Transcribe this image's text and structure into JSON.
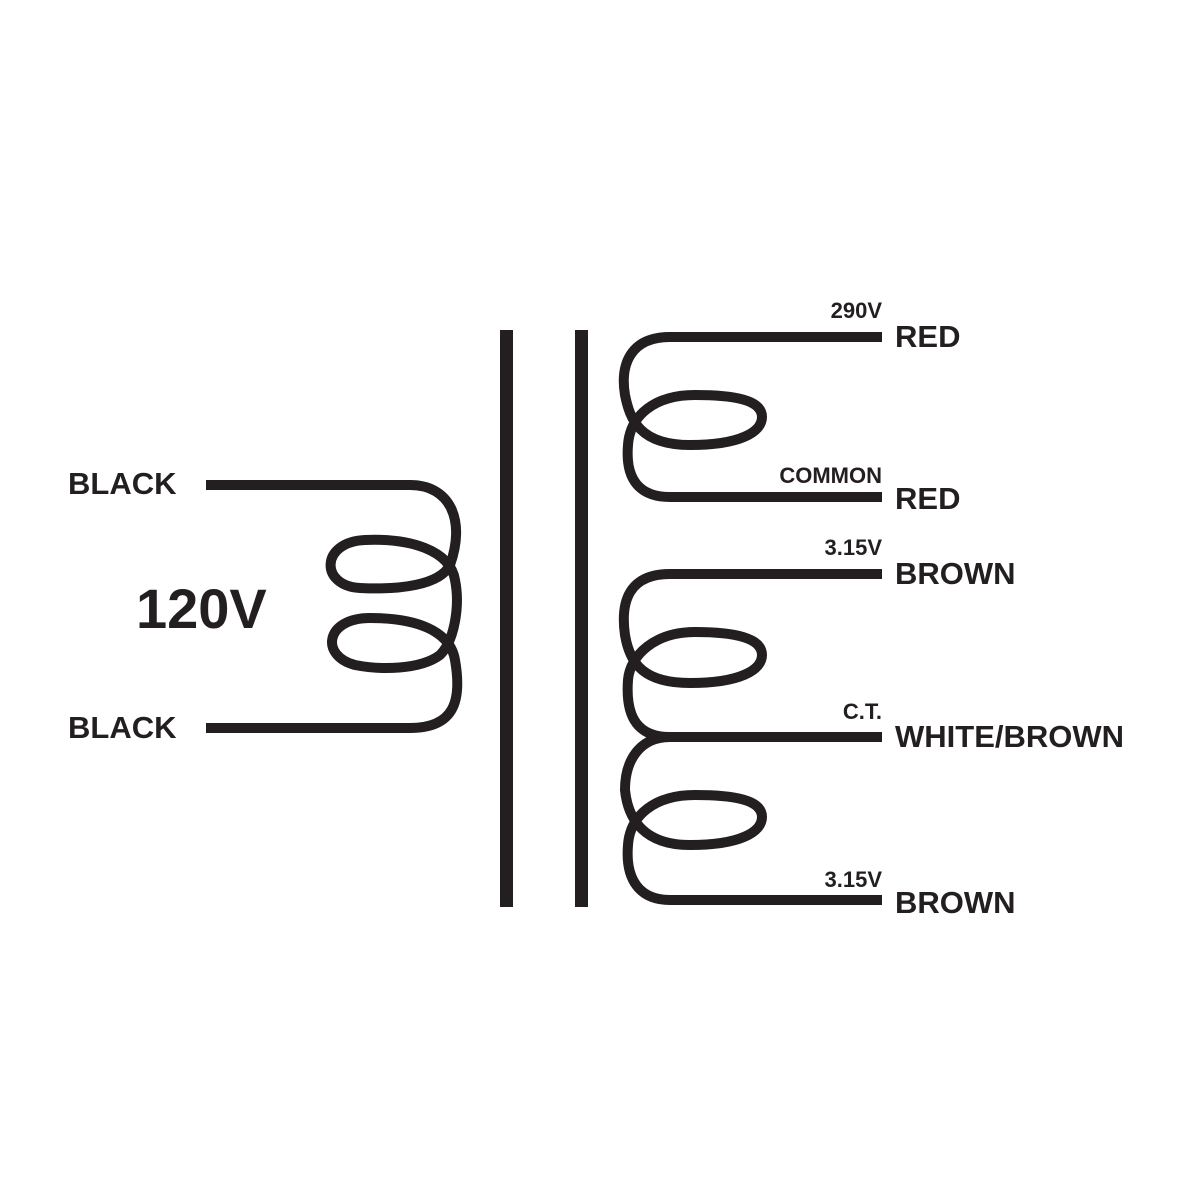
{
  "diagram": {
    "type": "transformer-schematic",
    "stroke_color": "#231f20",
    "background_color": "#ffffff",
    "primary": {
      "voltage": "120V",
      "leads": [
        {
          "label": "BLACK"
        },
        {
          "label": "BLACK"
        }
      ]
    },
    "core": {
      "bars": 2
    },
    "secondary_high_voltage": {
      "leads": [
        {
          "tap": "290V",
          "label": "RED"
        },
        {
          "tap": "COMMON",
          "label": "RED"
        }
      ]
    },
    "secondary_heater": {
      "leads": [
        {
          "tap": "3.15V",
          "label": "BROWN"
        },
        {
          "tap": "C.T.",
          "label": "WHITE/BROWN"
        },
        {
          "tap": "3.15V",
          "label": "BROWN"
        }
      ]
    }
  }
}
